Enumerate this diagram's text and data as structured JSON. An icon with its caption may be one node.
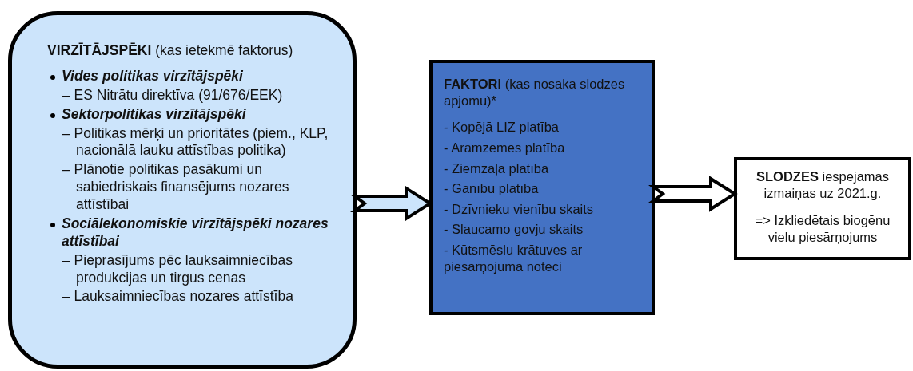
{
  "diagram": {
    "nodes": [
      {
        "text": [
          "**VIRZĪTĀJSPĒKI** (kas ietekmē faktorus)",
          "Vides politikas virzītājspēki",
          "– ES Nitrātu direktīva (91/676/EEK)",
          "Sektorpolitikas virzītājspēki",
          "– Politikas mērķi un prioritātes (piem., KLP, nacionālā lauku attīstības politika)",
          "– Plānotie politikas pasākumi un sabiedriskais finansējums nozares attīstībai",
          "Sociālekonomiskie virzītājspēki nozares attīstībai",
          "– Pieprasījums pēc lauksaimniecības produkcijas un tirgus cenas",
          "– Lauksaimniecības nozares attīstība"
        ]
      },
      {
        "text": [
          "**FAKTORI** (kas nosaka slodzes apjomu)*",
          "- Kopējā LIZ platība",
          "- Aramzemes platība",
          "- Ziemzaļā platība",
          "- Ganību platība",
          "- Dzīvnieku vienību skaits",
          "- Slaucamo govju skaits",
          "- Kūtsmēslu krātuves ar piesārņojuma noteci"
        ]
      },
      {
        "text": [
          "**SLODZES** iespējamās izmaiņas uz 2021.g.",
          "=> Izkliedētais biogēnu vielu piesārņojums"
        ]
      }
    ],
    "edges": [
      {
        "from": 0,
        "to": 1,
        "arrow": "to"
      },
      {
        "from": 1,
        "to": 2,
        "arrow": "to"
      }
    ]
  }
}
